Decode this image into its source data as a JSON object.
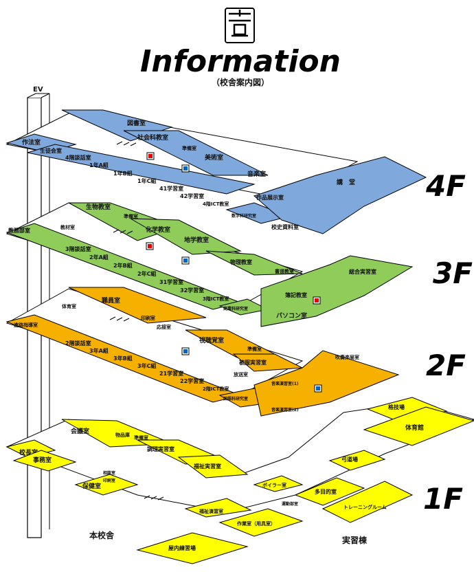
{
  "header": {
    "title": "Information",
    "subtitle": "（校舎案内図）"
  },
  "floor_labels": [
    "4F",
    "3F",
    "2F",
    "1F"
  ],
  "building_labels": {
    "main": "本校舎",
    "practice": "実習棟"
  },
  "ev_label": "EV",
  "colors": {
    "f4": "#7fa8dc",
    "f3": "#8fcc5a",
    "f2": "#f5b000",
    "f1": "#ffff00",
    "corridor": "#ffffff",
    "line": "#000000"
  },
  "rooms": {
    "f4": [
      "図書室",
      "作法室",
      "生徒会室",
      "4階談話室",
      "1年A組",
      "1年B組",
      "1年C組",
      "41学習室",
      "42学習室",
      "4階ICT教室",
      "社会科教室",
      "美術室",
      "音楽室",
      "準備室",
      "数学科研究室",
      "作品展示室",
      "講　堂",
      "校史資料室"
    ],
    "f3": [
      "生物教室",
      "準備室",
      "化学教室",
      "地学教室",
      "物理教室",
      "書道教室",
      "2年A組",
      "2年B組",
      "2年C組",
      "31学習室",
      "32学習室",
      "3階ICT教室",
      "3階談話室",
      "商業科研究室",
      "総合実習室",
      "簿記教室",
      "パソコン室",
      "教務部室",
      "教材室"
    ],
    "f2": [
      "職員室",
      "体育室",
      "印刷室",
      "応接室",
      "視聴覚室",
      "準備室",
      "被服実習室",
      "3年A組",
      "3年B組",
      "3年C組",
      "21学習室",
      "22学習室",
      "2階ICT教室",
      "2階談話室",
      "国語科研究室",
      "音楽演習室(1)",
      "音楽演習室(2)",
      "吹奏楽局室",
      "放送室",
      "進路指導室"
    ],
    "f1": [
      "校長室",
      "事務室",
      "会議室",
      "物品庫",
      "準備室",
      "調理実習室",
      "福祉実習室",
      "保健室",
      "相談室",
      "印刷室",
      "福祉演習室",
      "作業室（用具室）",
      "屋内練習場",
      "ボイラー室",
      "弓道場",
      "多目的室",
      "トレーニングルーム",
      "格技場",
      "体育館",
      "運動部室"
    ]
  }
}
